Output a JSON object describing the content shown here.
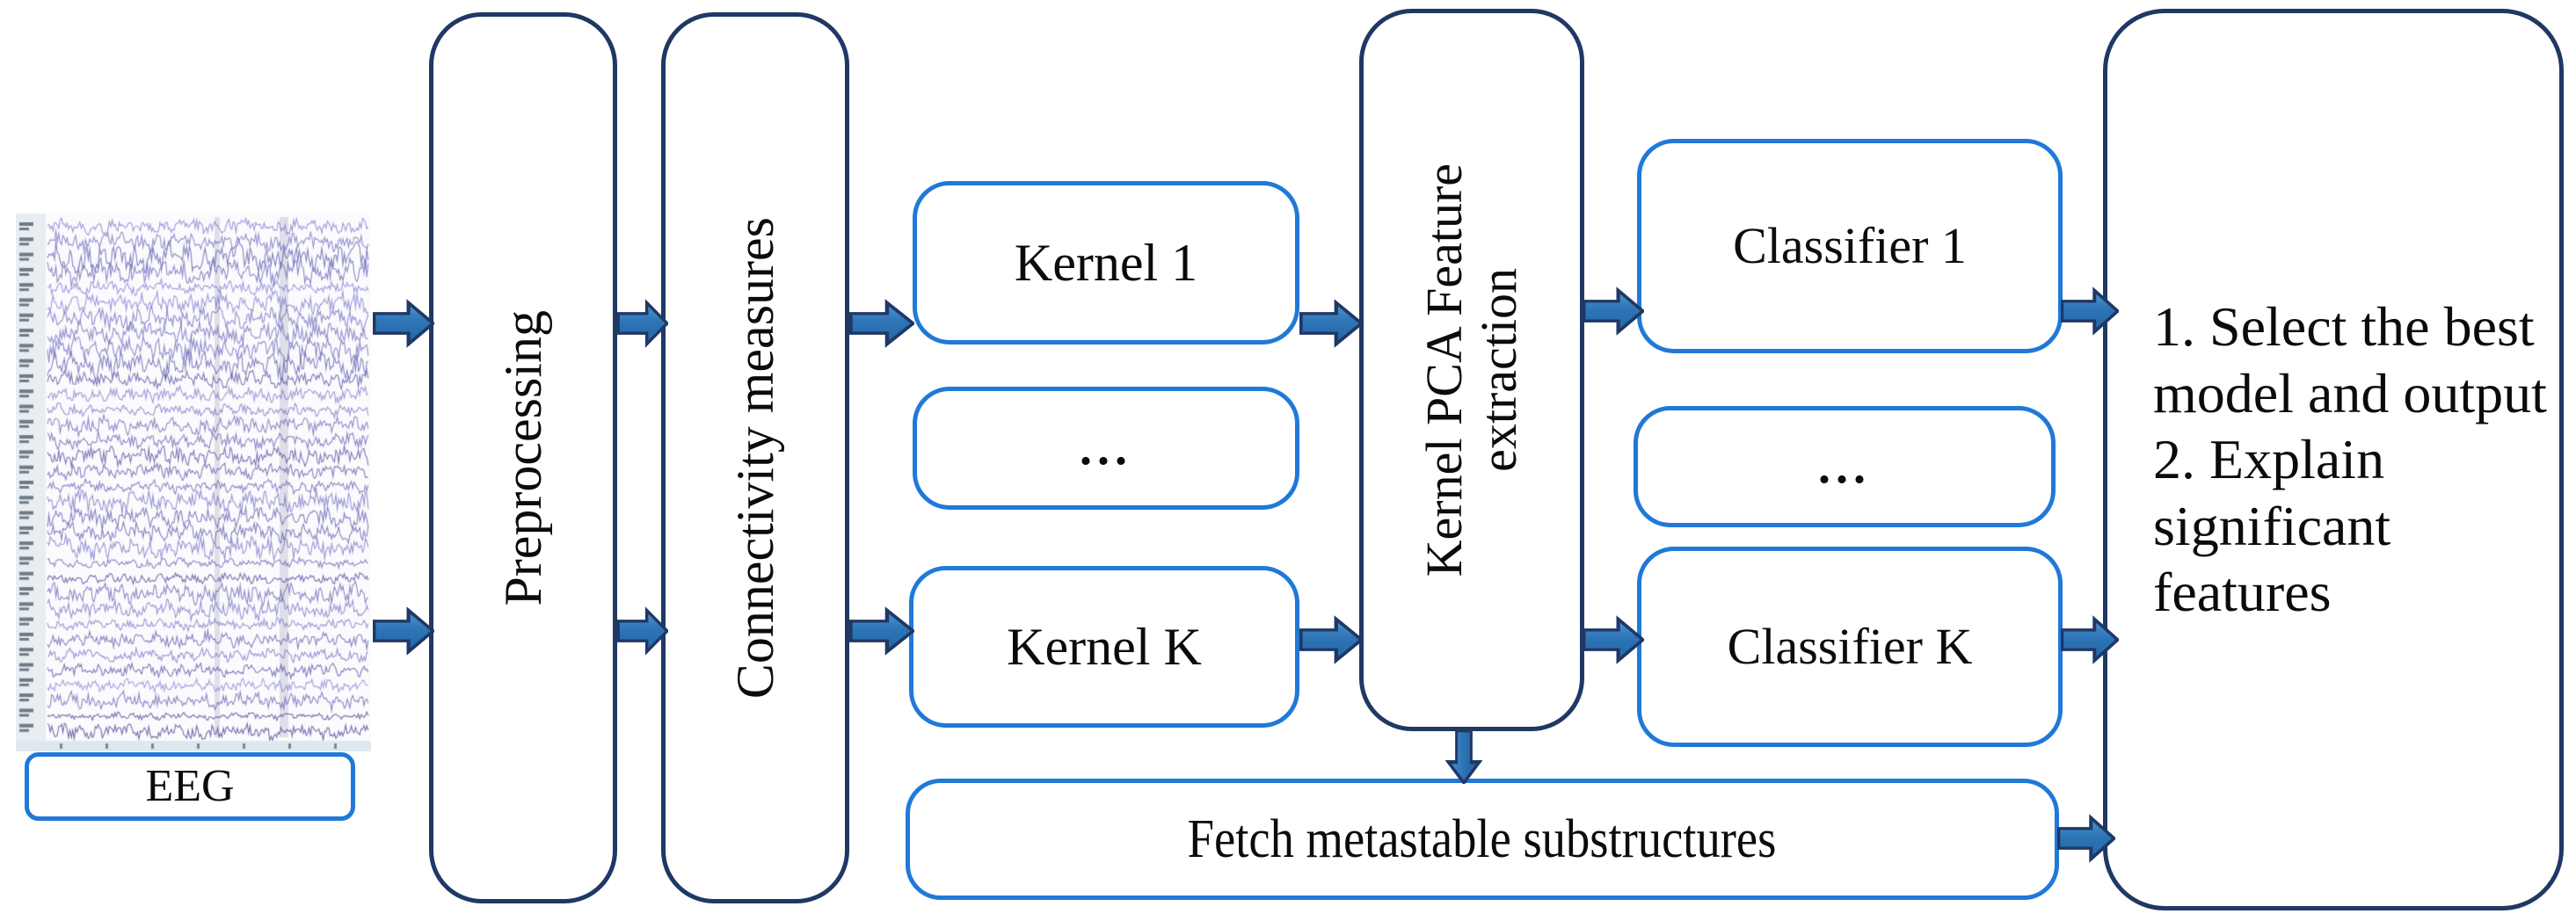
{
  "diagram": {
    "title": "EEG kernel-based classification pipeline",
    "colors": {
      "outer_border": "#1F3864",
      "inner_border": "#2079D8",
      "arrow_fill": "#2E75B6",
      "arrow_outline": "#1F3864",
      "text": "#0b0b0b",
      "background": "#ffffff"
    },
    "input": {
      "signal_label": "EEG",
      "signal_icon": "eeg-waveform-image"
    },
    "stages": {
      "preprocessing": "Preprocessing",
      "connectivity": "Connectivity measures",
      "feature_extraction_line1": "Kernel PCA Feature",
      "feature_extraction_line2": "extraction"
    },
    "kernels": [
      {
        "label": "Kernel 1"
      },
      {
        "label": "..."
      },
      {
        "label": "Kernel K"
      }
    ],
    "classifiers": [
      {
        "label": "Classifier 1"
      },
      {
        "label": "..."
      },
      {
        "label": "Classifier K"
      }
    ],
    "fetch_box": "Fetch metastable substructures",
    "output_box": "1. Select the best model and output\n2.  Explain significant features",
    "arrows": [
      {
        "name": "eeg-to-preprocessing-top",
        "type": "right"
      },
      {
        "name": "eeg-to-preprocessing-bottom",
        "type": "right"
      },
      {
        "name": "preprocessing-to-connectivity-top",
        "type": "right"
      },
      {
        "name": "preprocessing-to-connectivity-bottom",
        "type": "right"
      },
      {
        "name": "connectivity-to-kernel1",
        "type": "right"
      },
      {
        "name": "connectivity-to-kernelk",
        "type": "right"
      },
      {
        "name": "kernel1-to-kpca",
        "type": "right"
      },
      {
        "name": "kernelk-to-kpca",
        "type": "right"
      },
      {
        "name": "kpca-to-classifier1",
        "type": "right"
      },
      {
        "name": "kpca-to-classifierk",
        "type": "right"
      },
      {
        "name": "kpca-to-fetch",
        "type": "down"
      },
      {
        "name": "classifier1-to-output",
        "type": "right"
      },
      {
        "name": "classifierk-to-output",
        "type": "right"
      },
      {
        "name": "fetch-to-output",
        "type": "right"
      }
    ]
  }
}
